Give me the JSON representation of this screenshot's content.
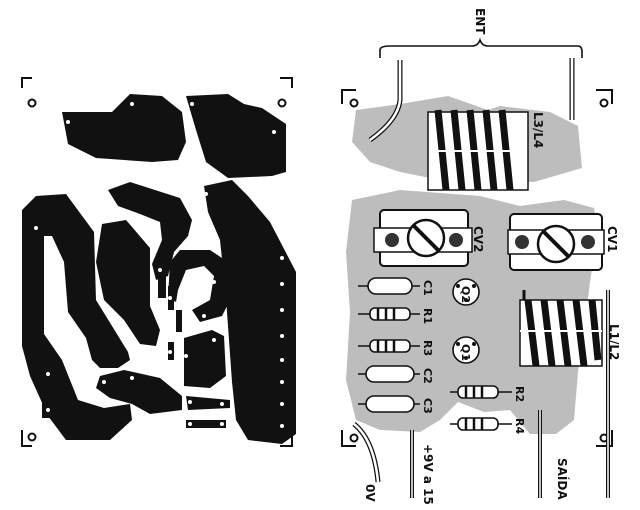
{
  "labels": {
    "ent": "ENT",
    "zero_v": "0V",
    "vcc": "+9V a 15",
    "saida": "SAÍDA",
    "l3_l4": "L3/L4",
    "l1_l2": "L1/L2",
    "cv2": "CV2",
    "cv1": "CV1",
    "c1": "C1",
    "c2": "C2",
    "c3": "C3",
    "r1": "R1",
    "r2": "R2",
    "r3": "R3",
    "r4": "R4",
    "q1": "Q1",
    "q2": "Q2"
  }
}
